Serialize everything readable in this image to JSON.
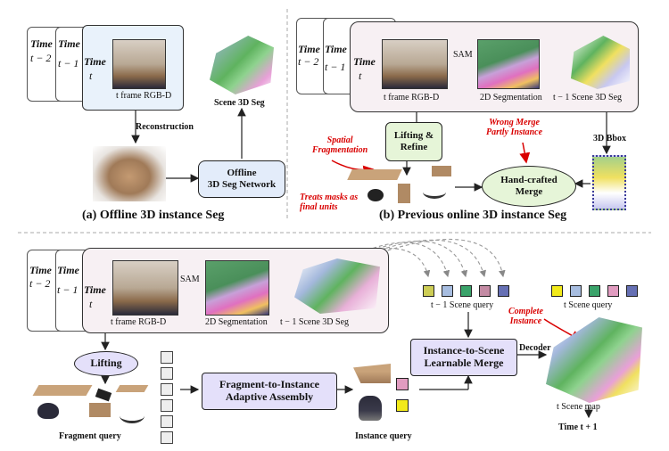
{
  "panel_a": {
    "time_label": "Time",
    "t_minus_2": "t − 2",
    "t_minus_1": "t − 1",
    "t": "t",
    "frame_label": "t frame RGB-D",
    "reconstruction": "Reconstruction",
    "network_line1": "Offline",
    "network_line2": "3D Seg Network",
    "scene_seg": "Scene 3D Seg",
    "caption": "(a) Offline 3D instance Seg"
  },
  "panel_b": {
    "time_label": "Time",
    "t_minus_2": "t − 2",
    "t_minus_1": "t − 1",
    "t": "t",
    "frame_label": "t frame RGB-D",
    "sam": "SAM",
    "seg2d": "2D Segmentation",
    "scene_seg": "t − 1 Scene 3D Seg",
    "lifting_line1": "Lifting &",
    "lifting_line2": "Refine",
    "bbox": "3D Bbox",
    "merge_line1": "Hand-crafted",
    "merge_line2": "Merge",
    "spatial_line1": "Spatial",
    "spatial_line2": "Fragmentation",
    "treats_line1": "Treats masks as",
    "treats_line2": "final units",
    "wrong_line1": "Wrong Merge",
    "wrong_line2": "Partly Instance",
    "caption": "(b) Previous online 3D instance Seg"
  },
  "panel_c": {
    "time_label": "Time",
    "t_minus_2": "t − 2",
    "t_minus_1": "t − 1",
    "t": "t",
    "frame_label": "t frame RGB-D",
    "sam": "SAM",
    "seg2d": "2D Segmentation",
    "scene_seg": "t − 1 Scene 3D Seg",
    "scene_query_prev": "t − 1 Scene query",
    "scene_query": "t Scene query",
    "complete_line1": "Complete",
    "complete_line2": "Instance",
    "lifting": "Lifting",
    "assembly_line1": "Fragment-to-Instance",
    "assembly_line2": "Adaptive Assembly",
    "merge_line1": "Instance-to-Scene",
    "merge_line2": "Learnable Merge",
    "decoder": "Decoder",
    "scene_map": "t Scene map",
    "fragment_query": "Fragment query",
    "instance_query": "Instance query",
    "time_next": "Time t + 1"
  },
  "colors": {
    "accent_blue_box": "#e3ecfa",
    "purple_box": "#e4e0fa",
    "green_box": "#e6f5d8",
    "frame_highlight": "#f7f0f3",
    "arrow_red": "#d90000",
    "query_squares_prev": [
      "#cdcd55",
      "#a7bde0",
      "#3aa36a",
      "#c48ba4",
      "#6670b4"
    ],
    "query_squares_now": [
      "#f2ea1a",
      "#a7bde0",
      "#3aa36a",
      "#e19cc0",
      "#6670b4"
    ]
  }
}
